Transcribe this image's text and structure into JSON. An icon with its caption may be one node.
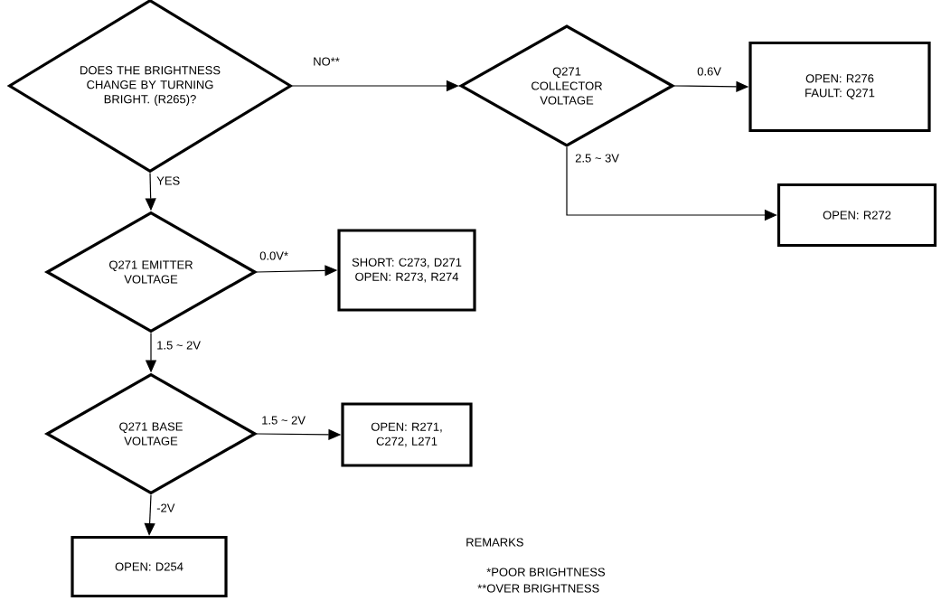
{
  "diagram": {
    "nodes": [
      {
        "text": [
          "DOES THE BRIGHTNESS CHANGE BY TURNING BRIGHT. (R265)?"
        ]
      },
      {
        "text": [
          "Q271 COLLECTOR VOLTAGE"
        ]
      },
      {
        "text": [
          "OPEN: R276 FAULT: Q271"
        ]
      },
      {
        "text": [
          "OPEN: R272"
        ]
      },
      {
        "text": [
          "Q271 EMITTER VOLTAGE"
        ]
      },
      {
        "text": [
          "SHORT: C273, D271 OPEN: R273, R274"
        ]
      },
      {
        "text": [
          "Q271 BASE VOLTAGE"
        ]
      },
      {
        "text": [
          "OPEN: R271, C272, L271"
        ]
      },
      {
        "text": [
          "OPEN: D254"
        ]
      }
    ],
    "edges": [
      {
        "from": 0,
        "to": 1,
        "arrow": "to",
        "label": "NO**"
      },
      {
        "from": 0,
        "to": 4,
        "arrow": "to",
        "label": "YES"
      },
      {
        "from": 1,
        "to": 2,
        "arrow": "to",
        "label": "0.6V"
      },
      {
        "from": 1,
        "to": 3,
        "arrow": "to",
        "label": "2.5 ~ 3V"
      },
      {
        "from": 4,
        "to": 5,
        "arrow": "to",
        "label": "0.0V*"
      },
      {
        "from": 4,
        "to": 6,
        "arrow": "to",
        "label": "1.5 ~ 2V"
      },
      {
        "from": 6,
        "to": 7,
        "arrow": "to",
        "label": "1.5 ~ 2V"
      },
      {
        "from": 6,
        "to": 8,
        "arrow": "to",
        "label": "-2V"
      }
    ],
    "labels": [
      "REMARKS",
      "*POOR BRIGHTNESS",
      "**OVER BRIGHTNESS"
    ]
  }
}
